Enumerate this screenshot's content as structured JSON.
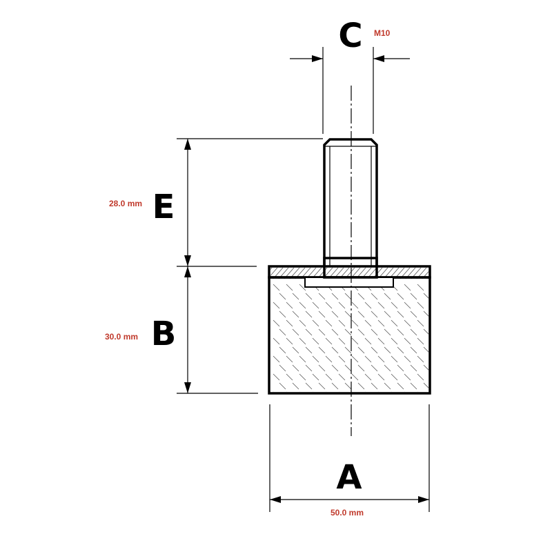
{
  "colors": {
    "value_text": "#c0392b",
    "line": "#000000"
  },
  "dimensions": {
    "c": {
      "letter": "C",
      "value": "M10"
    },
    "e": {
      "letter": "E",
      "value": "28.0 mm"
    },
    "b": {
      "letter": "B",
      "value": "30.0 mm"
    },
    "a": {
      "letter": "A",
      "value": "50.0 mm"
    }
  }
}
